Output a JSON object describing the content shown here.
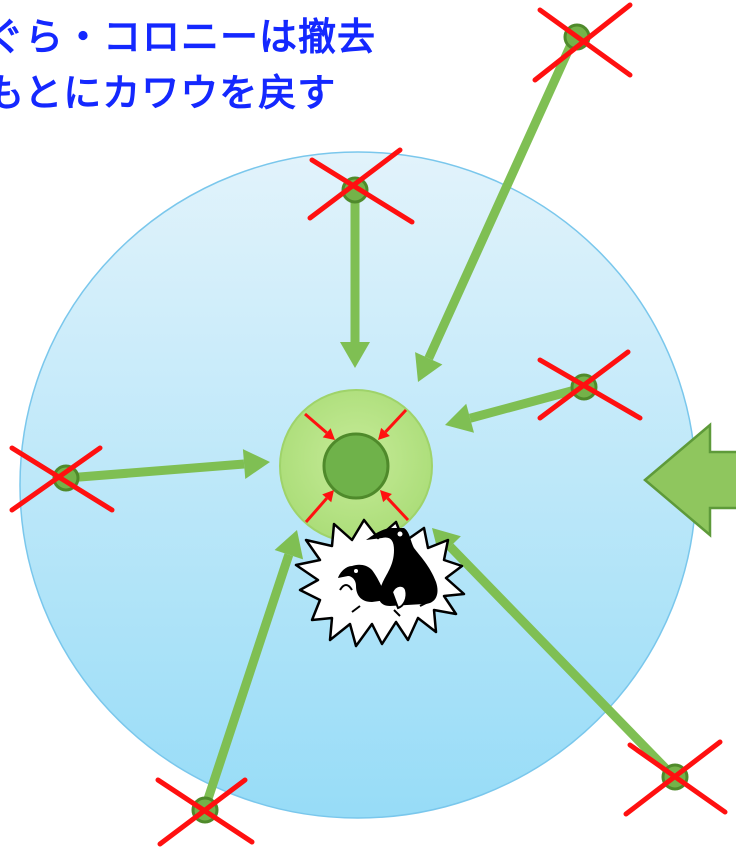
{
  "title": {
    "line1": "ぐら・コロニーは撤去",
    "line2": "もとにカワウを戻す"
  },
  "colors": {
    "title_text": "#1428ff",
    "area_fill_top": "#e2f3fb",
    "area_fill_bottom": "#97dcf7",
    "area_stroke": "#7ac7ec",
    "arrow_green": "#7fbf53",
    "node_fill": "#74b249",
    "node_stroke": "#4f8a2b",
    "cross_red": "#ff1010",
    "center_outer": "#a9dc76",
    "center_inner": "#6fb24a",
    "big_arrow_fill": "#8fc65e",
    "big_arrow_stroke": "#5e9a3a"
  },
  "icons": {
    "removed_site": "red-cross-mark",
    "colony": "cormorant-nest-icon",
    "incoming": "big-left-arrow-icon"
  },
  "diagram": {
    "removed_sites": [
      "site-top-right",
      "site-top",
      "site-right",
      "site-left",
      "site-bottom-left",
      "site-bottom-right"
    ]
  }
}
